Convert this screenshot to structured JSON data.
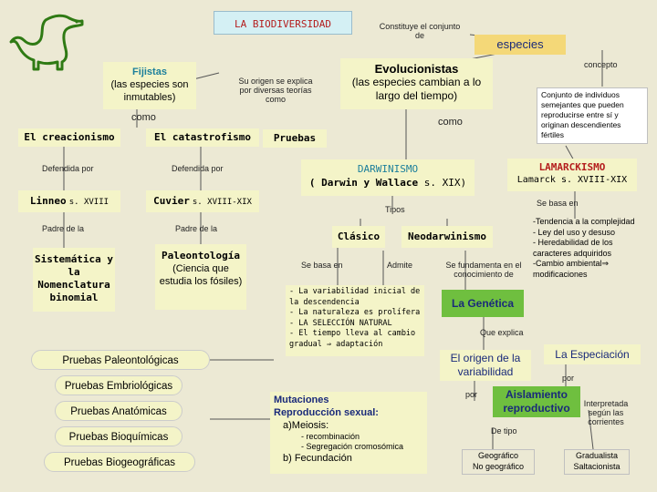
{
  "title": "LA BIODIVERSIDAD",
  "links": {
    "constituye": "Constituye el conjunto de",
    "concepto": "concepto",
    "su_origen": "Su origen se explica por diversas teorías como",
    "como_left": "como",
    "como_right": "como",
    "defendida_1": "Defendida por",
    "defendida_2": "Defendida por",
    "padre_1": "Padre de la",
    "padre_2": "Padre de la",
    "tipos": "Tipos",
    "se_basa_1": "Se basa en",
    "admite": "Admite",
    "se_fundamenta": "Se fundamenta en el conocimiento de",
    "se_basa_2": "Se basa en",
    "que_explica": "Que explica",
    "por_1": "por",
    "por_2": "por",
    "de_tipo": "De tipo",
    "interpretada": "Interpretada según las corrientes"
  },
  "nodes": {
    "especies": "especies",
    "especies_def": "Conjunto de individuos semejantes que pueden reproducirse entre sí y originan descendientes fértiles",
    "fijistas_title": "Fijistas",
    "fijistas_sub": "(las especies son inmutables)",
    "evolucionistas_title": "Evolucionistas",
    "evolucionistas_sub": "(las especies cambian a lo largo del tiempo)",
    "creacionismo": "El creacionismo",
    "catastrofismo": "El catastrofismo",
    "pruebas": "Pruebas",
    "linneo_name": "Linneo",
    "linneo_century": "s. XVIII",
    "cuvier_name": "Cuvier",
    "cuvier_century": "s. XVIII-XIX",
    "darwinismo_title": "DARWINISMO",
    "darwinismo_authors": "( Darwin y Wallace",
    "darwinismo_century": "s. XIX)",
    "lamarckismo_title": "LAMARCKISMO",
    "lamarckismo_sub": "Lamarck s. XVIII-XIX",
    "lamarck_text": "-Tendencia a la complejidad\n- Ley del uso y desuso\n- Heredabilidad de los caracteres adquiridos\n-Cambio ambiental⇒ modificaciones",
    "sistematica": "Sistemática y la Nomenclatura binomial",
    "paleontologia_title": "Paleontología",
    "paleontologia_sub": "(Ciencia que estudia los fósiles)",
    "clasico": "Clásico",
    "neodarwinismo": "Neodarwinismo",
    "clasico_text": "- La variabilidad inicial de la descendencia\n- La naturaleza es prolífera\n- LA SELECCIÓN NATURAL\n- El tiempo lleva al cambio gradual ⇒ adaptación",
    "genetica": "La Genética",
    "origen_variabilidad": "El origen de la variabilidad",
    "especiacion": "La Especiación",
    "aislamiento": "Aislamiento reproductivo",
    "mutaciones": "Mutaciones",
    "reproduccion": "Reproducción sexual:",
    "meiosis": "a)Meiosis:",
    "recombinacion": "- recombinación",
    "segregacion": "- Segregación cromosómica",
    "fecundacion": "b) Fecundación",
    "geografico": "Geográfico",
    "no_geografico": "No geográfico",
    "gradualista": "Gradualista",
    "saltacionista": "Saltacionista"
  },
  "pruebas_list": [
    "Pruebas Paleontológicas",
    "Pruebas Embriológicas",
    "Pruebas Anatómicas",
    "Pruebas Bioquímicas",
    "Pruebas Biogeográficas"
  ],
  "colors": {
    "title_box": "#d4f0f4",
    "pale_box": "#f4f4c8",
    "yellow_box": "#f4d878",
    "green_box": "#6fbf3f",
    "teal_text": "#1c7f9b",
    "red_text": "#b41e1e",
    "dino": "#2f7a14"
  },
  "icons": {
    "logo": "dinosaur-icon"
  }
}
